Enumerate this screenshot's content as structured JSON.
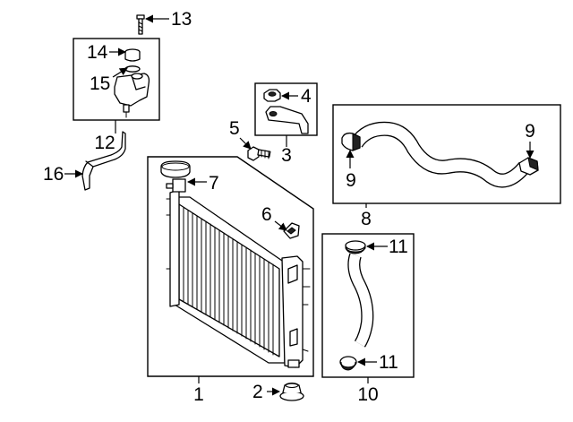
{
  "callouts": {
    "c1": "1",
    "c2": "2",
    "c3": "3",
    "c4": "4",
    "c5": "5",
    "c6": "6",
    "c7": "7",
    "c8": "8",
    "c9_left": "9",
    "c9_right": "9",
    "c10": "10",
    "c11_top": "11",
    "c11_bottom": "11",
    "c12": "12",
    "c13": "13",
    "c14": "14",
    "c15": "15",
    "c16": "16"
  }
}
